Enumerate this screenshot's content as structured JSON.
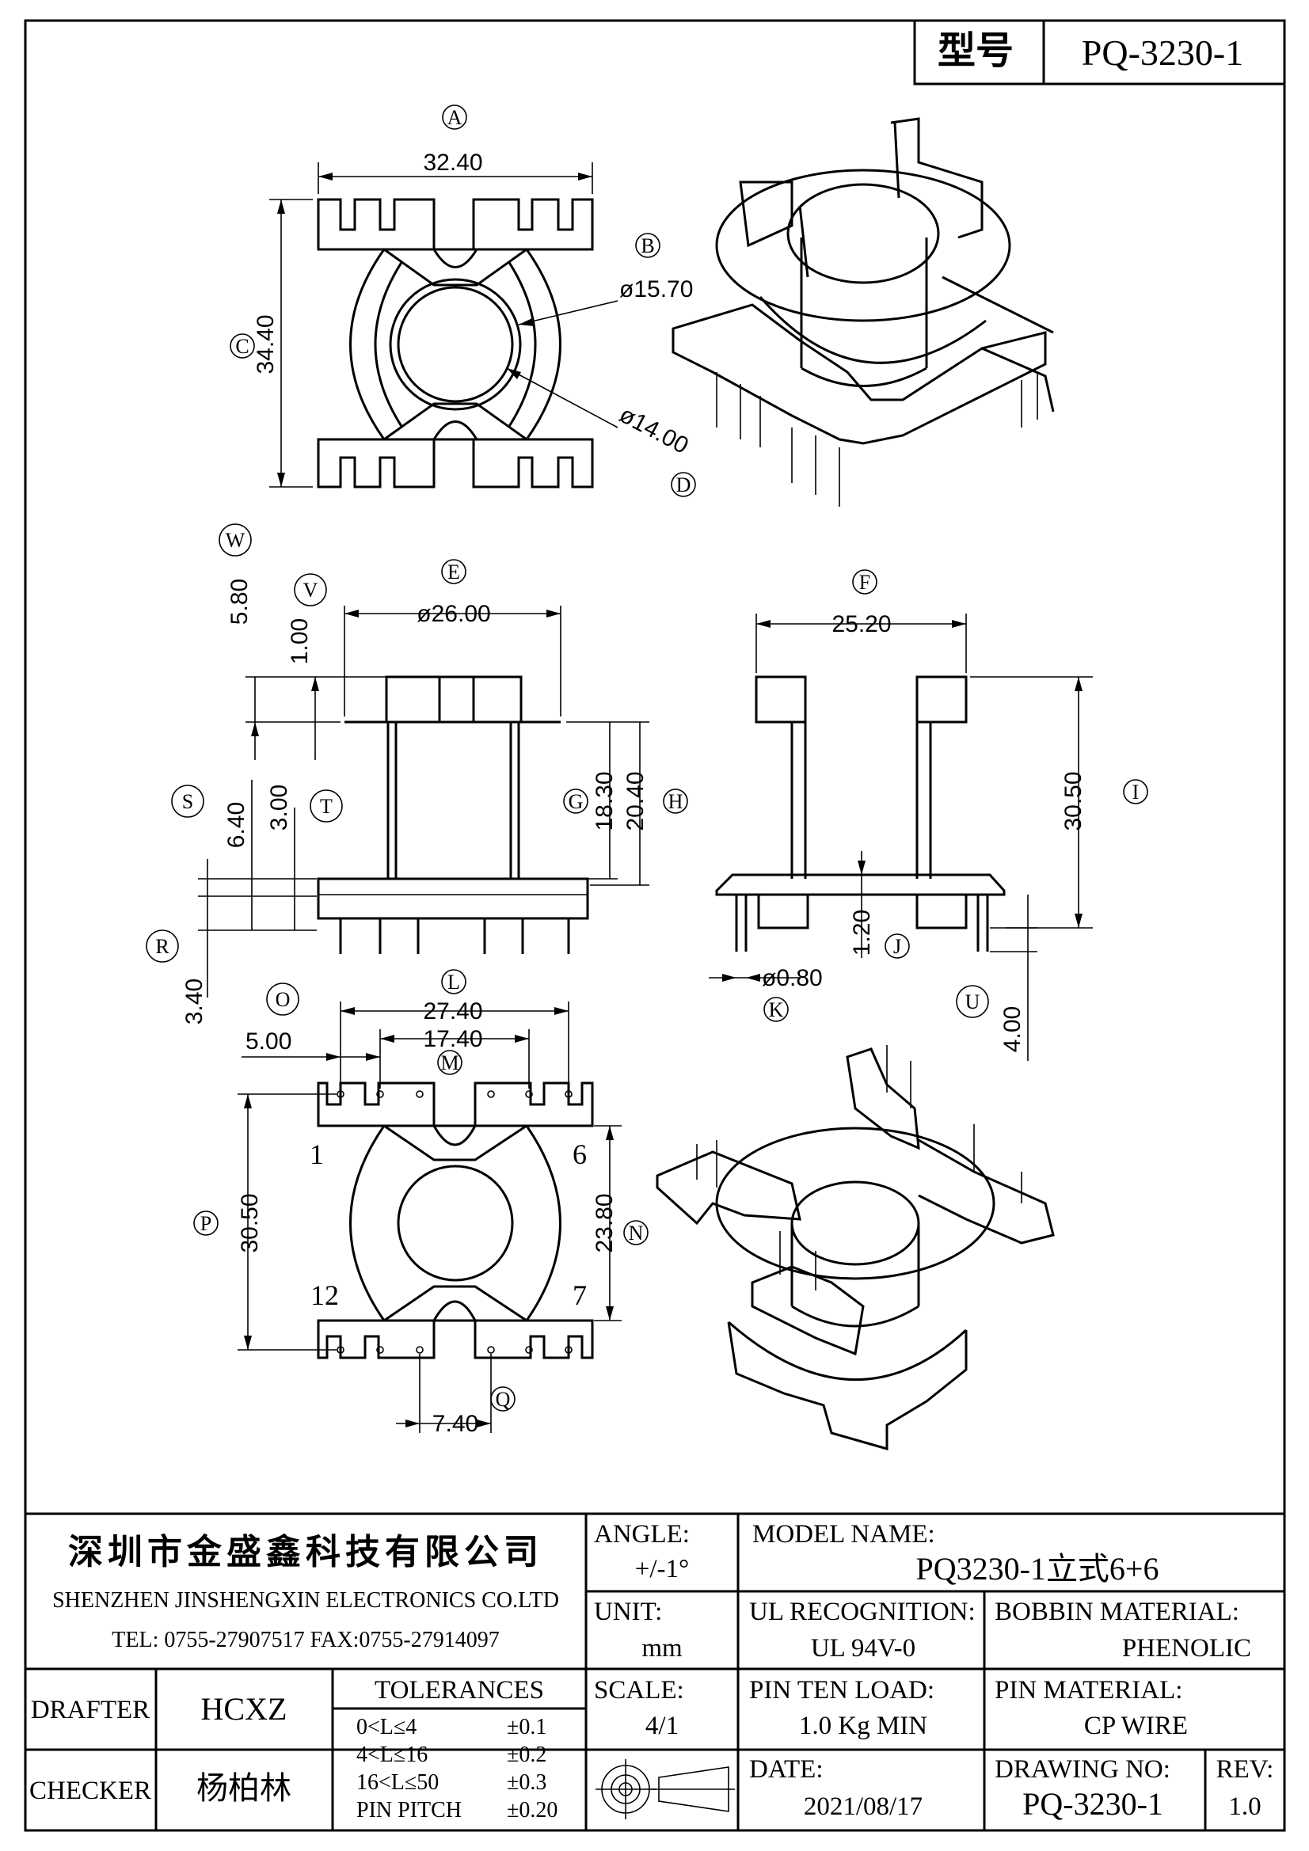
{
  "header": {
    "model_label": "型号",
    "model_value": "PQ-3230-1"
  },
  "views": {
    "top": {
      "label_a": "A",
      "dim_a": "32.40",
      "label_b": "B",
      "dim_b": "ø15.70",
      "label_c": "C",
      "dim_c": "34.40",
      "label_d": "D",
      "dim_d": "ø14.00"
    },
    "front": {
      "label_e": "E",
      "dim_e": "ø26.00",
      "label_w": "W",
      "dim_w": "5.80",
      "label_v": "V",
      "dim_v": "1.00",
      "label_g": "G",
      "dim_g": "18.30",
      "label_h": "H",
      "dim_h": "20.40",
      "label_s": "S",
      "dim_s": "6.40",
      "label_t": "T",
      "dim_t": "3.00",
      "label_r": "R",
      "dim_r": "3.40"
    },
    "side": {
      "label_f": "F",
      "dim_f": "25.20",
      "label_i": "I",
      "dim_i": "30.50",
      "dim_j": "1.20",
      "label_j": "J",
      "dim_k": "ø0.80",
      "label_k": "K",
      "label_u": "U",
      "dim_u": "4.00"
    },
    "bottom": {
      "label_o": "O",
      "label_l": "L",
      "dim_l": "27.40",
      "dim_m": "17.40",
      "label_m": "M",
      "dim_o": "5.00",
      "pin_1": "1",
      "pin_6": "6",
      "pin_12": "12",
      "pin_7": "7",
      "label_p": "P",
      "dim_p": "30.50",
      "label_n": "N",
      "dim_n": "23.80",
      "dim_q": "7.40",
      "label_q": "Q"
    }
  },
  "title_block": {
    "company_cn": "深圳市金盛鑫科技有限公司",
    "company_en": "SHENZHEN JINSHENGXIN ELECTRONICS CO.LTD",
    "contact": "TEL: 0755-27907517   FAX:0755-27914097",
    "angle_label": "ANGLE:",
    "angle_value": "+/-1°",
    "model_name_label": "MODEL NAME:",
    "model_name_value": "PQ3230-1立式6+6",
    "unit_label": "UNIT:",
    "unit_value": "mm",
    "ul_label": "UL RECOGNITION:",
    "ul_value": "UL 94V-0",
    "bobbin_label": "BOBBIN MATERIAL:",
    "bobbin_value": "PHENOLIC",
    "drafter_label": "DRAFTER",
    "drafter_value": "HCXZ",
    "tolerances_label": "TOLERANCES",
    "tolerances": [
      {
        "range": "0<L≤4",
        "value": "±0.1"
      },
      {
        "range": "4<L≤16",
        "value": "±0.2"
      },
      {
        "range": "16<L≤50",
        "value": "±0.3"
      },
      {
        "range": "PIN PITCH",
        "value": "±0.20"
      }
    ],
    "scale_label": "SCALE:",
    "scale_value": "4/1",
    "pin_load_label": "PIN TEN LOAD:",
    "pin_load_value": "1.0 Kg MIN",
    "pin_material_label": "PIN MATERIAL:",
    "pin_material_value": "CP WIRE",
    "checker_label": "CHECKER",
    "checker_value": "杨柏林",
    "date_label": "DATE:",
    "date_value": "2021/08/17",
    "drawing_no_label": "DRAWING NO:",
    "drawing_no_value": "PQ-3230-1",
    "rev_label": "REV:",
    "rev_value": "1.0"
  }
}
